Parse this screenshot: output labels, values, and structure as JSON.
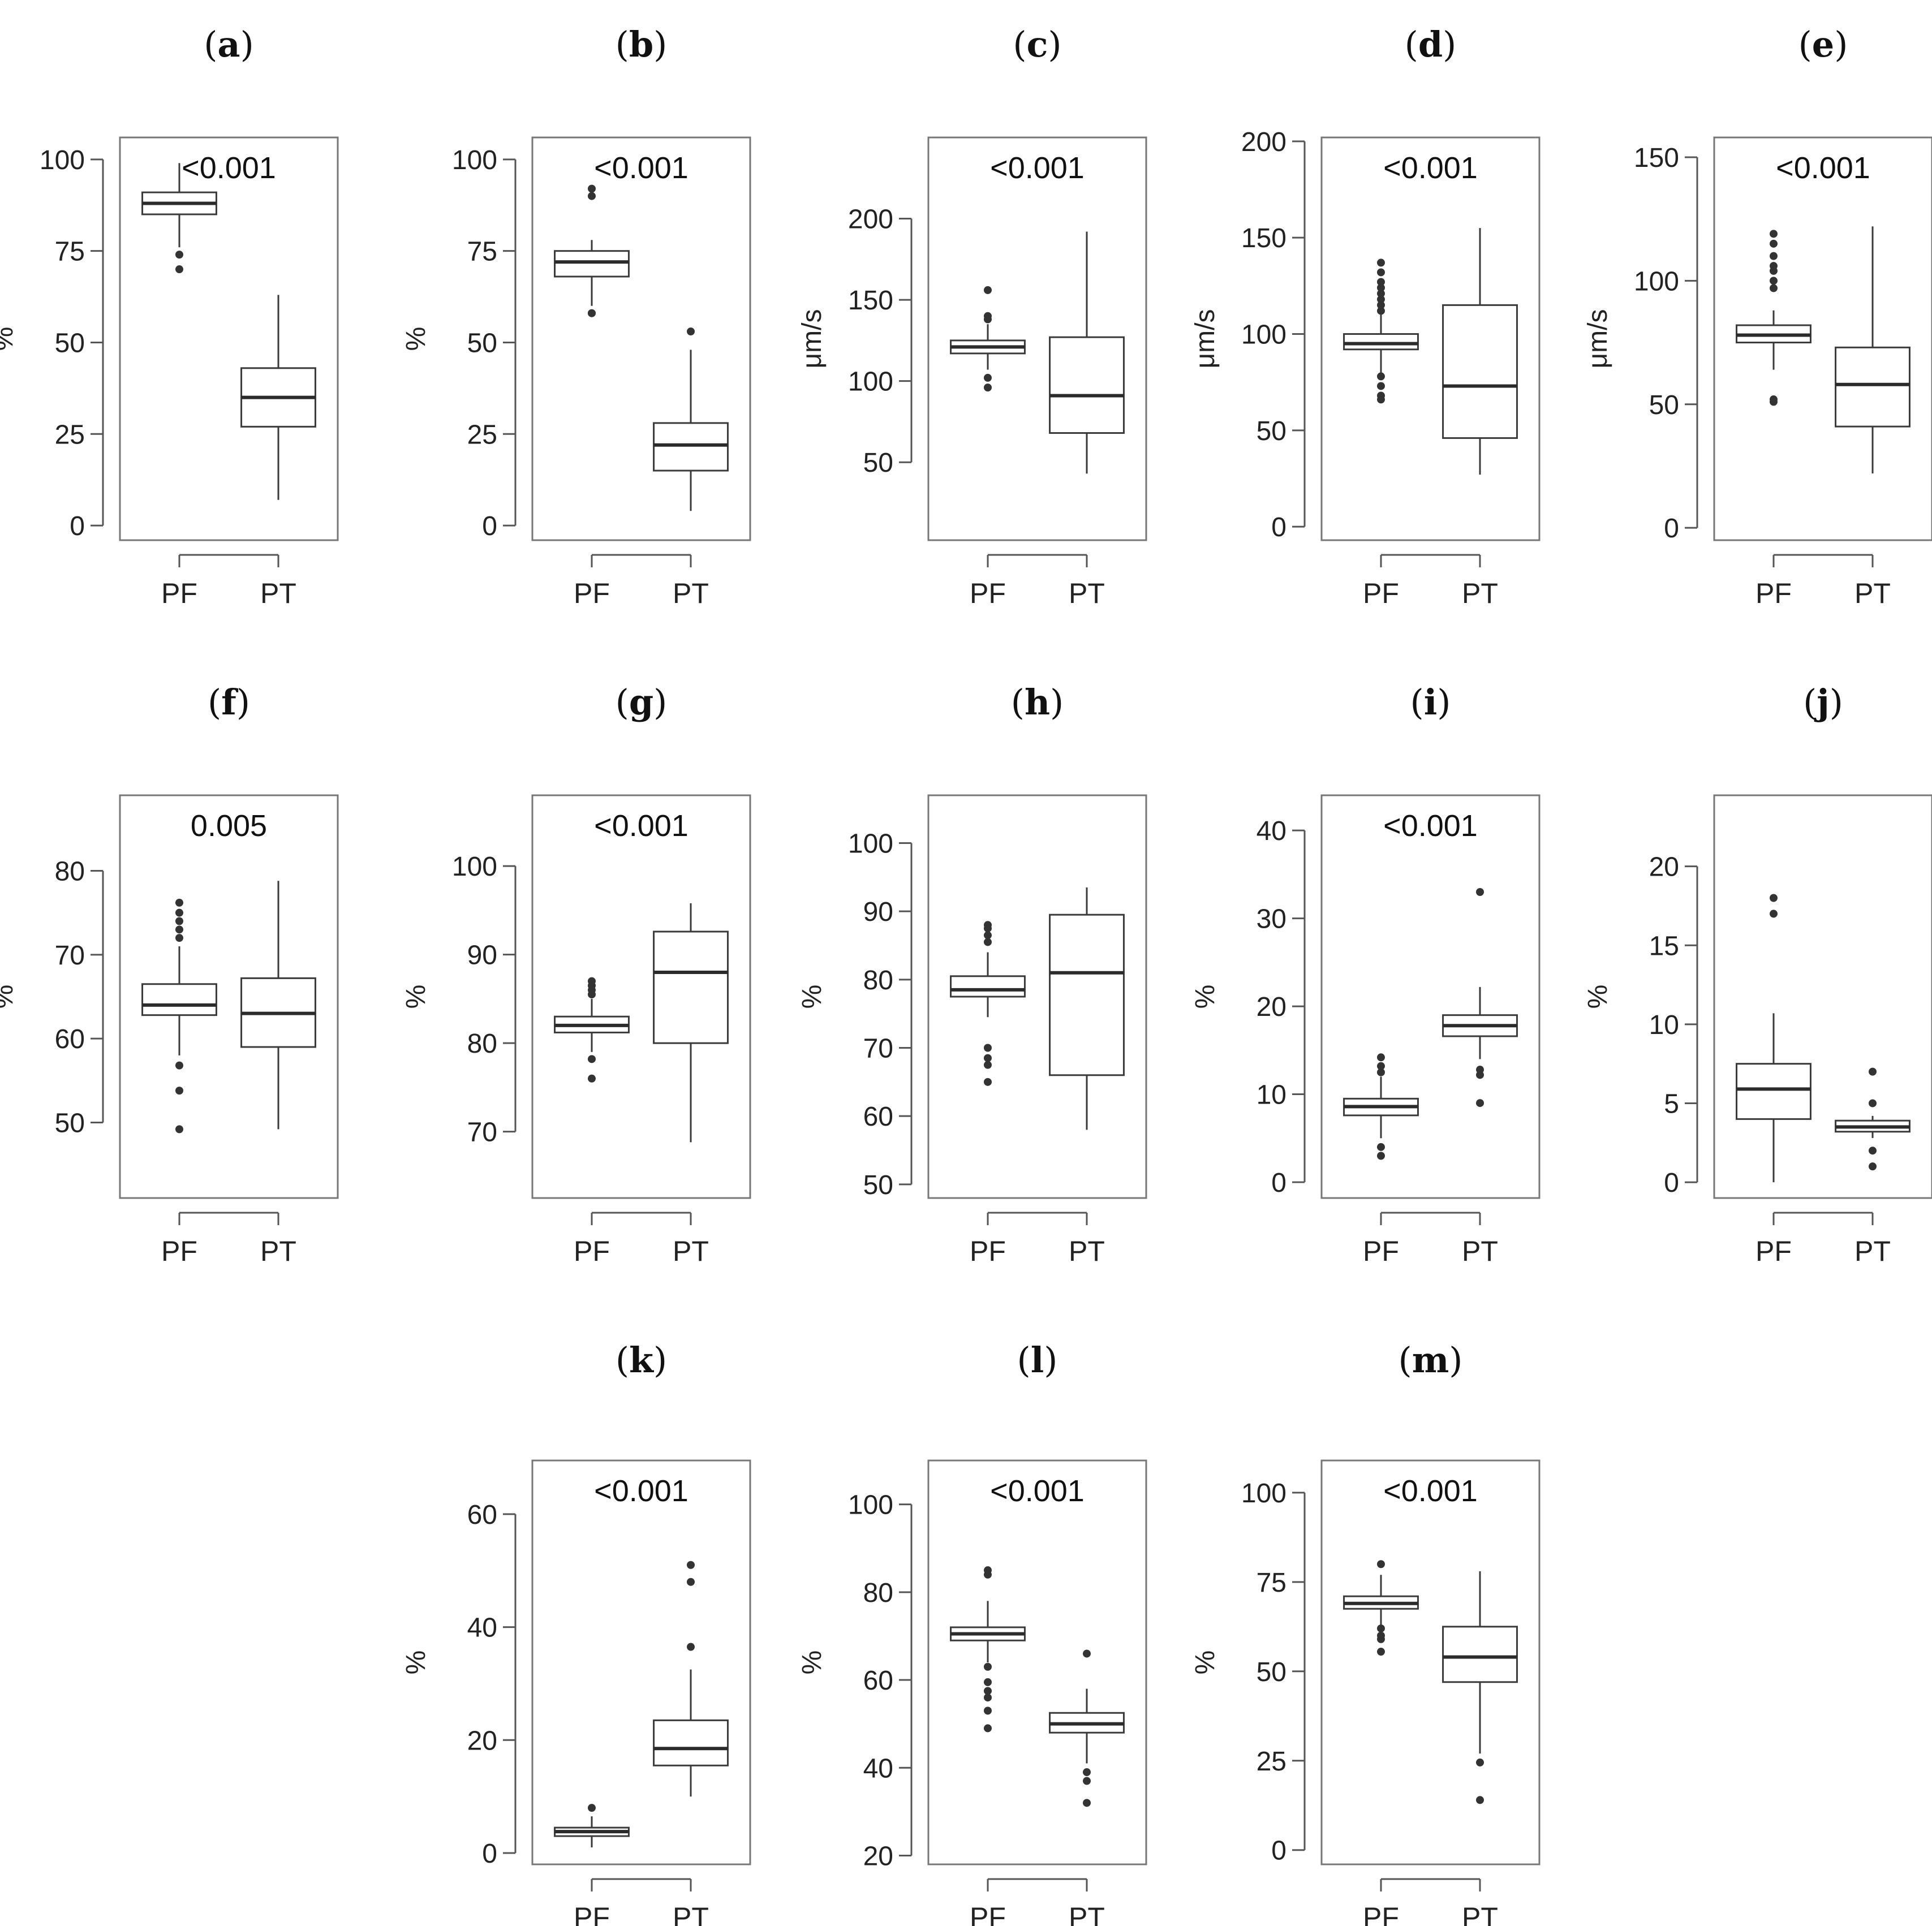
{
  "chart_data": [
    {
      "panel": "a",
      "type": "boxplot",
      "title": "<0.001",
      "ylabel": "%",
      "ylim": [
        -4,
        106
      ],
      "yticks": [
        0,
        25,
        50,
        75,
        100
      ],
      "categories": [
        "PF",
        "PT"
      ],
      "boxes": [
        {
          "name": "PF",
          "whisker_low": 76,
          "q1": 85,
          "median": 88,
          "q3": 91,
          "whisker_high": 99,
          "outliers": [
            74,
            70
          ]
        },
        {
          "name": "PT",
          "whisker_low": 7,
          "q1": 27,
          "median": 35,
          "q3": 43,
          "whisker_high": 63,
          "outliers": []
        }
      ]
    },
    {
      "panel": "b",
      "type": "boxplot",
      "title": "<0.001",
      "ylabel": "%",
      "ylim": [
        -4,
        106
      ],
      "yticks": [
        0,
        25,
        50,
        75,
        100
      ],
      "categories": [
        "PF",
        "PT"
      ],
      "boxes": [
        {
          "name": "PF",
          "whisker_low": 60,
          "q1": 68,
          "median": 72,
          "q3": 75,
          "whisker_high": 78,
          "outliers": [
            58,
            58,
            90,
            92
          ]
        },
        {
          "name": "PT",
          "whisker_low": 4,
          "q1": 15,
          "median": 22,
          "q3": 28,
          "whisker_high": 48,
          "outliers": [
            53
          ]
        }
      ]
    },
    {
      "panel": "c",
      "type": "boxplot",
      "title": "<0.001",
      "ylabel": "μm/s",
      "ylim": [
        2,
        250
      ],
      "yticks": [
        50,
        100,
        150,
        200
      ],
      "categories": [
        "PF",
        "PT"
      ],
      "boxes": [
        {
          "name": "PF",
          "whisker_low": 107,
          "q1": 117,
          "median": 121,
          "q3": 125,
          "whisker_high": 135,
          "outliers": [
            96,
            102,
            138,
            140,
            156
          ]
        },
        {
          "name": "PT",
          "whisker_low": 43,
          "q1": 68,
          "median": 91,
          "q3": 127,
          "whisker_high": 192,
          "outliers": []
        }
      ]
    },
    {
      "panel": "d",
      "type": "boxplot",
      "title": "<0.001",
      "ylabel": "μm/s",
      "ylim": [
        -7,
        202
      ],
      "yticks": [
        0,
        50,
        100,
        150,
        200
      ],
      "categories": [
        "PF",
        "PT"
      ],
      "boxes": [
        {
          "name": "PF",
          "whisker_low": 80,
          "q1": 92,
          "median": 95,
          "q3": 100,
          "whisker_high": 110,
          "outliers": [
            66,
            68,
            73,
            78,
            112,
            115,
            118,
            121,
            124,
            127,
            132,
            137
          ]
        },
        {
          "name": "PT",
          "whisker_low": 27,
          "q1": 46,
          "median": 73,
          "q3": 115,
          "whisker_high": 155,
          "outliers": []
        }
      ]
    },
    {
      "panel": "e",
      "type": "boxplot",
      "title": "<0.001",
      "ylabel": "μm/s",
      "ylim": [
        -5,
        158
      ],
      "yticks": [
        0,
        50,
        100,
        150
      ],
      "categories": [
        "PF",
        "PT"
      ],
      "boxes": [
        {
          "name": "PF",
          "whisker_low": 64,
          "q1": 75,
          "median": 78,
          "q3": 82,
          "whisker_high": 88,
          "outliers": [
            51,
            52,
            97,
            100,
            104,
            106,
            110,
            115,
            119
          ]
        },
        {
          "name": "PT",
          "whisker_low": 22,
          "q1": 41,
          "median": 58,
          "q3": 73,
          "whisker_high": 122,
          "outliers": []
        }
      ]
    },
    {
      "panel": "f",
      "type": "boxplot",
      "title": "0.005",
      "ylabel": "%",
      "ylim": [
        41,
        89
      ],
      "yticks": [
        50,
        60,
        70,
        80
      ],
      "categories": [
        "PF",
        "PT"
      ],
      "boxes": [
        {
          "name": "PF",
          "whisker_low": 58,
          "q1": 62.8,
          "median": 64,
          "q3": 66.5,
          "whisker_high": 71,
          "outliers": [
            49.2,
            53.8,
            56.8,
            72,
            73,
            74,
            75,
            76.2
          ]
        },
        {
          "name": "PT",
          "whisker_low": 49.2,
          "q1": 59,
          "median": 63,
          "q3": 67.2,
          "whisker_high": 78.8,
          "outliers": []
        }
      ]
    },
    {
      "panel": "g",
      "type": "boxplot",
      "title": "<0.001",
      "ylabel": "%",
      "ylim": [
        62.5,
        108
      ],
      "yticks": [
        70,
        80,
        90,
        100
      ],
      "categories": [
        "PF",
        "PT"
      ],
      "boxes": [
        {
          "name": "PF",
          "whisker_low": 79,
          "q1": 81.2,
          "median": 82,
          "q3": 83,
          "whisker_high": 85,
          "outliers": [
            76,
            78.2,
            85.5,
            86,
            86.5,
            87
          ]
        },
        {
          "name": "PT",
          "whisker_low": 68.8,
          "q1": 80,
          "median": 88,
          "q3": 92.6,
          "whisker_high": 95.8,
          "outliers": []
        }
      ]
    },
    {
      "panel": "h",
      "type": "boxplot",
      "title": "",
      "ylabel": "%",
      "ylim": [
        48,
        107
      ],
      "yticks": [
        50,
        60,
        70,
        80,
        90,
        100
      ],
      "categories": [
        "PF",
        "PT"
      ],
      "boxes": [
        {
          "name": "PF",
          "whisker_low": 74.5,
          "q1": 77.5,
          "median": 78.5,
          "q3": 80.5,
          "whisker_high": 84,
          "outliers": [
            65,
            67.5,
            68.5,
            70,
            85.5,
            86.5,
            87.5,
            88
          ]
        },
        {
          "name": "PT",
          "whisker_low": 58,
          "q1": 66,
          "median": 81,
          "q3": 89.5,
          "whisker_high": 93.5,
          "outliers": []
        }
      ]
    },
    {
      "panel": "i",
      "type": "boxplot",
      "title": "<0.001",
      "ylabel": "%",
      "ylim": [
        -1.8,
        44
      ],
      "yticks": [
        0,
        10,
        20,
        30,
        40
      ],
      "categories": [
        "PF",
        "PT"
      ],
      "boxes": [
        {
          "name": "PF",
          "whisker_low": 5,
          "q1": 7.6,
          "median": 8.6,
          "q3": 9.5,
          "whisker_high": 12,
          "outliers": [
            3,
            4,
            12.5,
            13.2,
            14.2
          ]
        },
        {
          "name": "PT",
          "whisker_low": 14,
          "q1": 16.6,
          "median": 17.8,
          "q3": 19,
          "whisker_high": 22.2,
          "outliers": [
            9,
            12.2,
            12.8,
            33
          ]
        }
      ]
    },
    {
      "panel": "j",
      "type": "boxplot",
      "title": "",
      "ylabel": "%",
      "ylim": [
        -1,
        24.5
      ],
      "yticks": [
        0,
        5,
        10,
        15,
        20
      ],
      "categories": [
        "PF",
        "PT"
      ],
      "boxes": [
        {
          "name": "PF",
          "whisker_low": 0,
          "q1": 4,
          "median": 5.9,
          "q3": 7.5,
          "whisker_high": 10.7,
          "outliers": [
            17,
            18
          ]
        },
        {
          "name": "PT",
          "whisker_low": 2.8,
          "q1": 3.2,
          "median": 3.5,
          "q3": 3.9,
          "whisker_high": 4.2,
          "outliers": [
            1,
            2,
            5,
            7
          ]
        }
      ]
    },
    {
      "panel": "k",
      "type": "boxplot",
      "title": "<0.001",
      "ylabel": "%",
      "ylim": [
        -2,
        69.5
      ],
      "yticks": [
        0,
        20,
        40,
        60
      ],
      "categories": [
        "PF",
        "PT"
      ],
      "boxes": [
        {
          "name": "PF",
          "whisker_low": 1,
          "q1": 3,
          "median": 3.8,
          "q3": 4.5,
          "whisker_high": 6.5,
          "outliers": [
            8
          ]
        },
        {
          "name": "PT",
          "whisker_low": 10,
          "q1": 15.5,
          "median": 18.5,
          "q3": 23.5,
          "whisker_high": 32.5,
          "outliers": [
            36.5,
            48,
            51
          ]
        }
      ]
    },
    {
      "panel": "l",
      "type": "boxplot",
      "title": "<0.001",
      "ylabel": "%",
      "ylim": [
        18,
        110
      ],
      "yticks": [
        20,
        40,
        60,
        80,
        100
      ],
      "categories": [
        "PF",
        "PT"
      ],
      "boxes": [
        {
          "name": "PF",
          "whisker_low": 64,
          "q1": 69,
          "median": 70.5,
          "q3": 72,
          "whisker_high": 78,
          "outliers": [
            49,
            53,
            56,
            57.5,
            59.5,
            63,
            84,
            85
          ]
        },
        {
          "name": "PT",
          "whisker_low": 41,
          "q1": 48,
          "median": 50,
          "q3": 52.5,
          "whisker_high": 58,
          "outliers": [
            32,
            37,
            39,
            66
          ]
        }
      ]
    },
    {
      "panel": "m",
      "type": "boxplot",
      "title": "<0.001",
      "ylabel": "%",
      "ylim": [
        -4,
        109
      ],
      "yticks": [
        0,
        25,
        50,
        75,
        100
      ],
      "categories": [
        "PF",
        "PT"
      ],
      "boxes": [
        {
          "name": "PF",
          "whisker_low": 62,
          "q1": 67.5,
          "median": 69,
          "q3": 71,
          "whisker_high": 77,
          "outliers": [
            55.5,
            59,
            60,
            62,
            80
          ]
        },
        {
          "name": "PT",
          "whisker_low": 27,
          "q1": 47,
          "median": 54,
          "q3": 62.5,
          "whisker_high": 78,
          "outliers": [
            14,
            24.5
          ]
        }
      ]
    }
  ]
}
